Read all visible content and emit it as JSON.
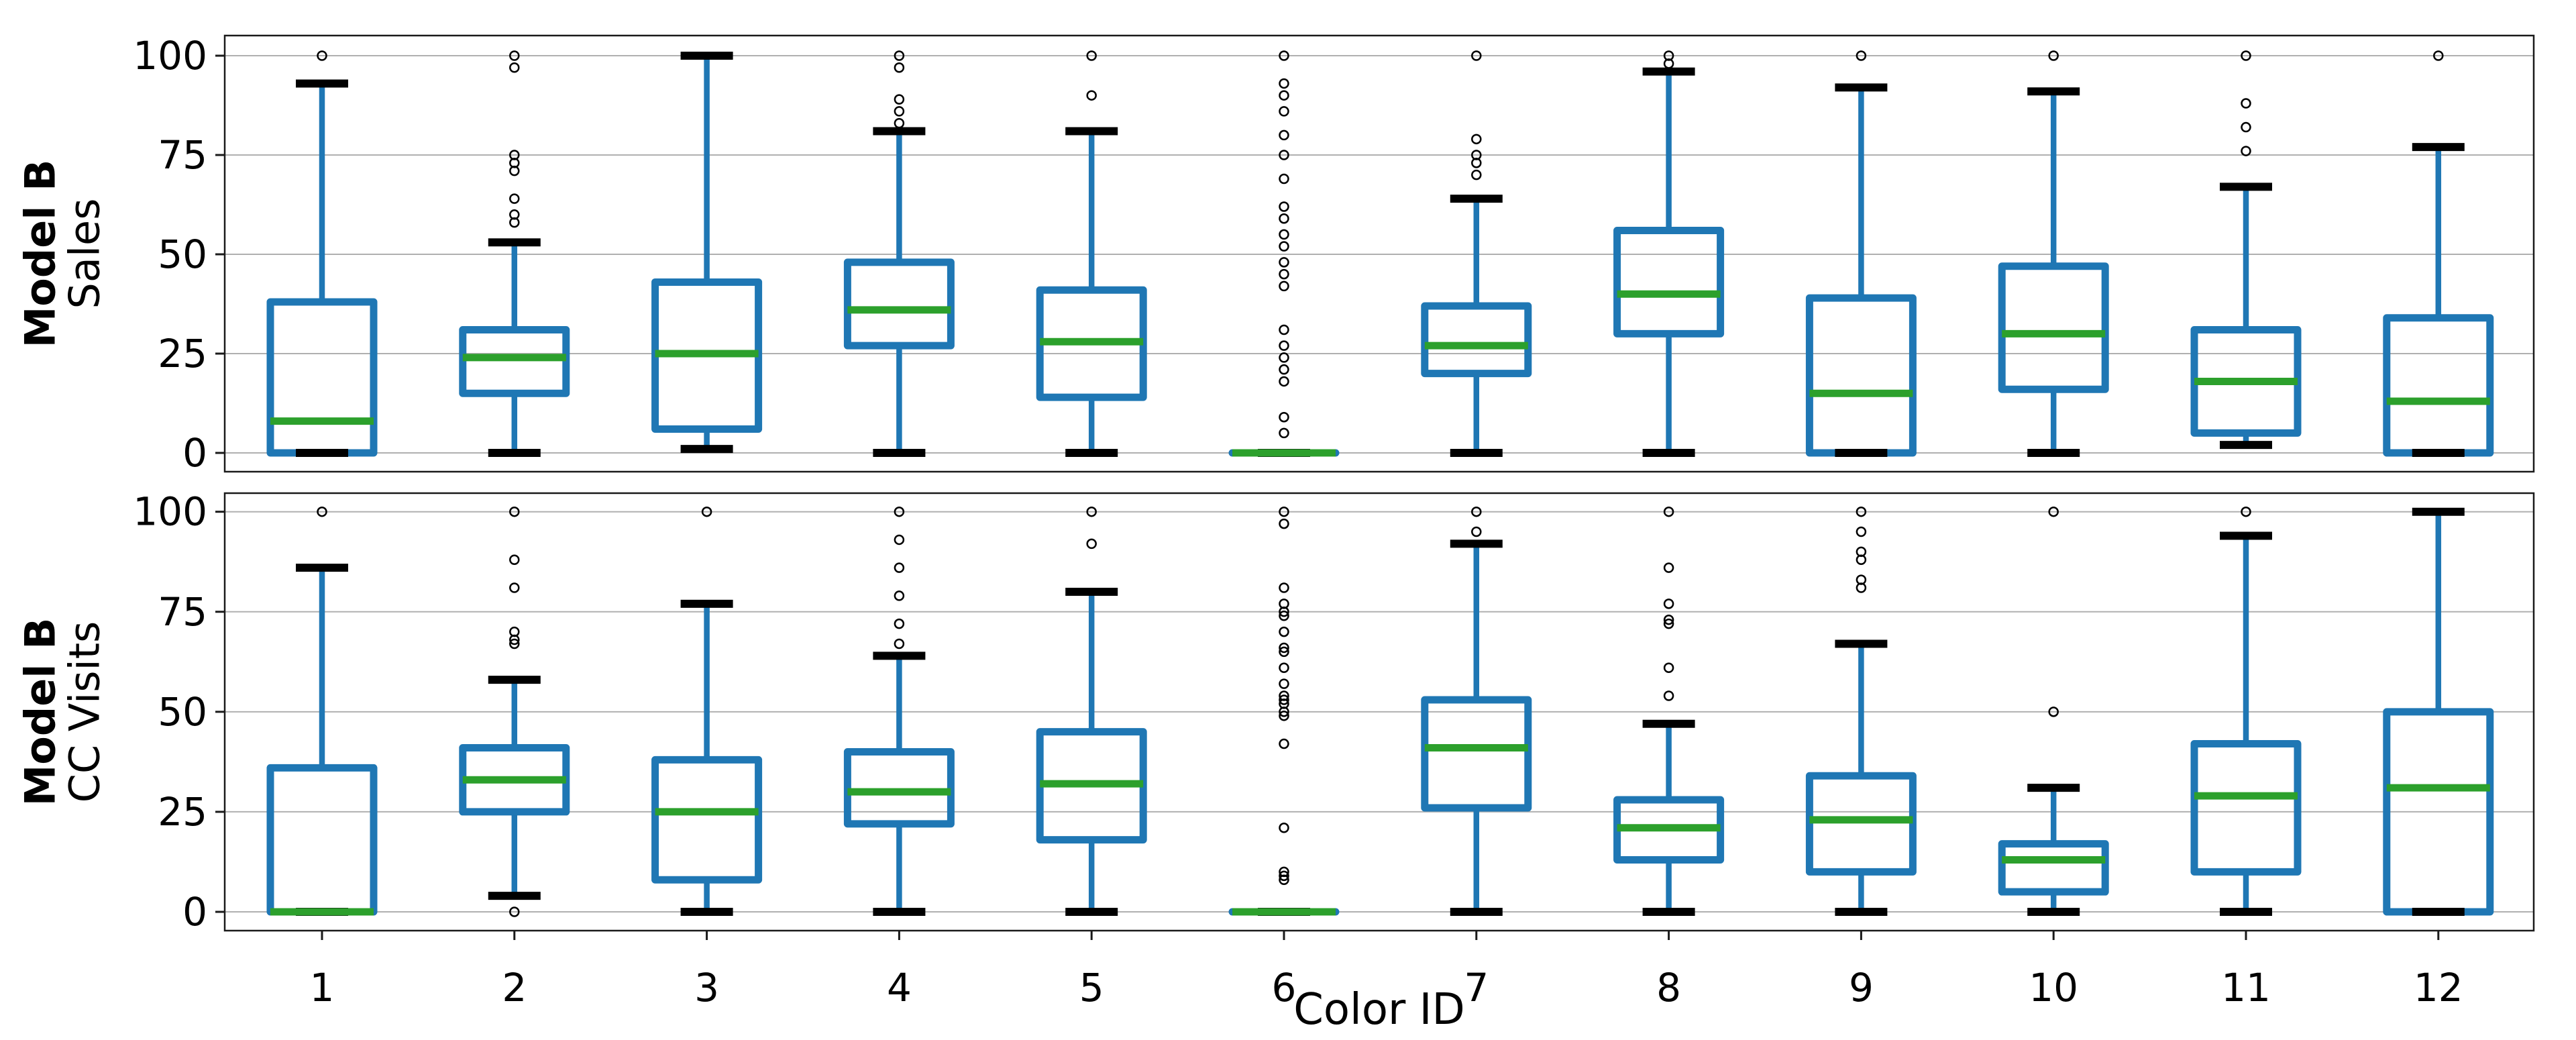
{
  "figure": {
    "xlabel": "Color ID",
    "categories": [
      "1",
      "2",
      "3",
      "4",
      "5",
      "6",
      "7",
      "8",
      "9",
      "10",
      "11",
      "12"
    ],
    "yticks": [
      0,
      25,
      50,
      75,
      100
    ],
    "colors": {
      "box": "#1f77b4",
      "whisker": "#1f77b4",
      "median": "#2ca02c",
      "cap": "#000000",
      "flier": "#000000",
      "grid": "#b0b0b0",
      "spine": "#1a1a1a",
      "text": "#000000"
    }
  },
  "chart_data": [
    {
      "type": "box",
      "row_label": "Model B",
      "ylabel": "Sales",
      "xlabel": "Color ID",
      "categories": [
        "1",
        "2",
        "3",
        "4",
        "5",
        "6",
        "7",
        "8",
        "9",
        "10",
        "11",
        "12"
      ],
      "ylim": [
        -5,
        105
      ],
      "yticks": [
        0,
        25,
        50,
        75,
        100
      ],
      "grid": true,
      "legend": "none",
      "boxes": [
        {
          "whislo": 0,
          "q1": 0,
          "med": 8,
          "q3": 38,
          "whishi": 93,
          "fliers": [
            100
          ]
        },
        {
          "whislo": 0,
          "q1": 15,
          "med": 24,
          "q3": 31,
          "whishi": 53,
          "fliers": [
            58,
            60,
            64,
            71,
            73,
            75,
            97,
            100
          ]
        },
        {
          "whislo": 1,
          "q1": 6,
          "med": 25,
          "q3": 43,
          "whishi": 100,
          "fliers": []
        },
        {
          "whislo": 0,
          "q1": 27,
          "med": 36,
          "q3": 48,
          "whishi": 81,
          "fliers": [
            83,
            86,
            89,
            97,
            100
          ]
        },
        {
          "whislo": 0,
          "q1": 14,
          "med": 28,
          "q3": 41,
          "whishi": 81,
          "fliers": [
            90,
            100
          ]
        },
        {
          "whislo": 0,
          "q1": 0,
          "med": 0,
          "q3": 0,
          "whishi": 0,
          "fliers": [
            5,
            9,
            18,
            21,
            24,
            27,
            31,
            42,
            45,
            48,
            52,
            55,
            59,
            62,
            69,
            75,
            80,
            86,
            90,
            93,
            100
          ]
        },
        {
          "whislo": 0,
          "q1": 20,
          "med": 27,
          "q3": 37,
          "whishi": 64,
          "fliers": [
            70,
            73,
            75,
            79,
            100
          ]
        },
        {
          "whislo": 0,
          "q1": 30,
          "med": 40,
          "q3": 56,
          "whishi": 96,
          "fliers": [
            98,
            100
          ]
        },
        {
          "whislo": 0,
          "q1": 0,
          "med": 15,
          "q3": 39,
          "whishi": 92,
          "fliers": [
            100
          ]
        },
        {
          "whislo": 0,
          "q1": 16,
          "med": 30,
          "q3": 47,
          "whishi": 91,
          "fliers": [
            100
          ]
        },
        {
          "whislo": 2,
          "q1": 5,
          "med": 18,
          "q3": 31,
          "whishi": 67,
          "fliers": [
            76,
            82,
            88,
            100
          ]
        },
        {
          "whislo": 0,
          "q1": 0,
          "med": 13,
          "q3": 34,
          "whishi": 77,
          "fliers": [
            100
          ]
        }
      ]
    },
    {
      "type": "box",
      "row_label": "Model B",
      "ylabel": "CC Visits",
      "xlabel": "Color ID",
      "categories": [
        "1",
        "2",
        "3",
        "4",
        "5",
        "6",
        "7",
        "8",
        "9",
        "10",
        "11",
        "12"
      ],
      "ylim": [
        -5,
        105
      ],
      "yticks": [
        0,
        25,
        50,
        75,
        100
      ],
      "grid": true,
      "legend": "none",
      "boxes": [
        {
          "whislo": 0,
          "q1": 0,
          "med": 0,
          "q3": 36,
          "whishi": 86,
          "fliers": [
            100
          ]
        },
        {
          "whislo": 4,
          "q1": 25,
          "med": 33,
          "q3": 41,
          "whishi": 58,
          "fliers": [
            0,
            67,
            68,
            70,
            81,
            88,
            100
          ]
        },
        {
          "whislo": 0,
          "q1": 8,
          "med": 25,
          "q3": 38,
          "whishi": 77,
          "fliers": [
            100
          ]
        },
        {
          "whislo": 0,
          "q1": 22,
          "med": 30,
          "q3": 40,
          "whishi": 64,
          "fliers": [
            67,
            72,
            79,
            86,
            93,
            100
          ]
        },
        {
          "whislo": 0,
          "q1": 18,
          "med": 32,
          "q3": 45,
          "whishi": 80,
          "fliers": [
            92,
            100
          ]
        },
        {
          "whislo": 0,
          "q1": 0,
          "med": 0,
          "q3": 0,
          "whishi": 0,
          "fliers": [
            8,
            9,
            10,
            21,
            42,
            49,
            50,
            52,
            53,
            54,
            57,
            61,
            65,
            66,
            70,
            74,
            75,
            77,
            81,
            97,
            100
          ]
        },
        {
          "whislo": 0,
          "q1": 26,
          "med": 41,
          "q3": 53,
          "whishi": 92,
          "fliers": [
            95,
            100
          ]
        },
        {
          "whislo": 0,
          "q1": 13,
          "med": 21,
          "q3": 28,
          "whishi": 47,
          "fliers": [
            54,
            61,
            72,
            73,
            77,
            86,
            100
          ]
        },
        {
          "whislo": 0,
          "q1": 10,
          "med": 23,
          "q3": 34,
          "whishi": 67,
          "fliers": [
            81,
            83,
            88,
            90,
            95,
            100
          ]
        },
        {
          "whislo": 0,
          "q1": 5,
          "med": 13,
          "q3": 17,
          "whishi": 31,
          "fliers": [
            50,
            100
          ]
        },
        {
          "whislo": 0,
          "q1": 10,
          "med": 29,
          "q3": 42,
          "whishi": 94,
          "fliers": [
            100
          ]
        },
        {
          "whislo": 0,
          "q1": 0,
          "med": 31,
          "q3": 50,
          "whishi": 100,
          "fliers": []
        }
      ]
    }
  ]
}
